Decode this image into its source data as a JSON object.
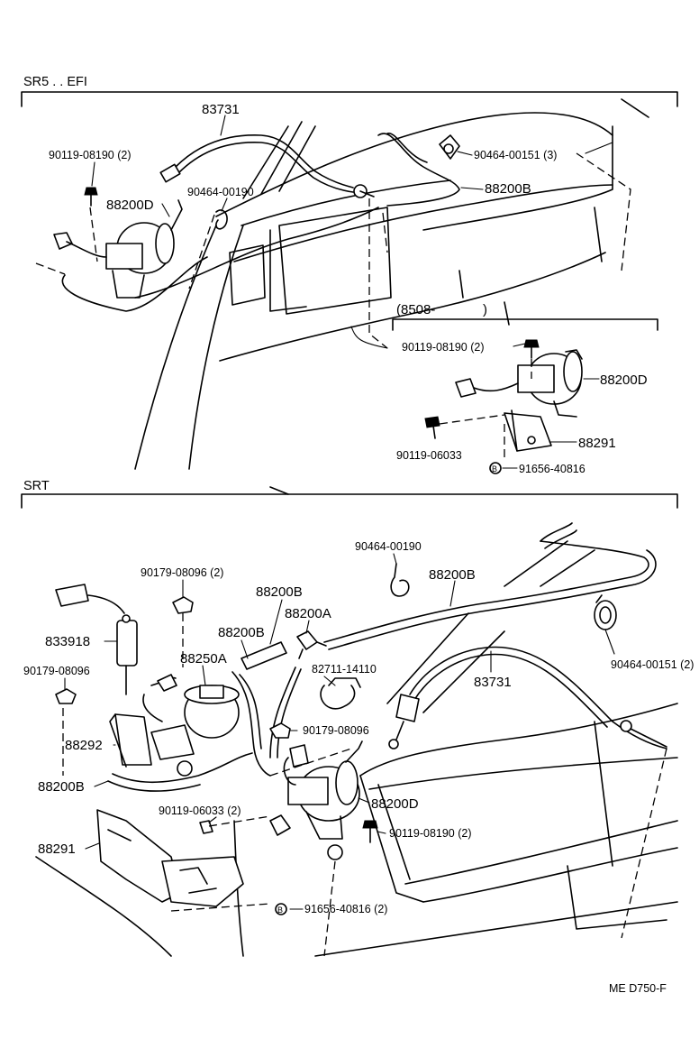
{
  "sections": {
    "top_title": "SR5 . . EFI",
    "bottom_title": "SRT",
    "inset_title": "(8508-",
    "inset_close": ")"
  },
  "top_labels": {
    "cable": "83731",
    "bolt": "90119-08190 (2)",
    "actuator": "88200D",
    "clip": "90464-00190",
    "clamp": "90464-00151 (3)",
    "hose": "88200B"
  },
  "inset_labels": {
    "bolt_upper": "90119-08190 (2)",
    "actuator": "88200D",
    "bolt_lower": "90119-06033",
    "bracket": "88291",
    "nut": "91656-40816",
    "nut_symbol": "B"
  },
  "bottom_labels": {
    "clip": "90464-00190",
    "hose_long": "88200B",
    "nut_upper": "90179-08096 (2)",
    "hose_a": "88200B",
    "hose_b": "88200A",
    "valve": "833918",
    "hose_c": "88200B",
    "vsv": "88250A",
    "nut_left": "90179-08096",
    "clip_2": "82711-14110",
    "cable": "83731",
    "clamp": "90464-00151 (2)",
    "nut_mid": "90179-08096",
    "bracket_small": "88292",
    "hose_d": "88200B",
    "actuator": "88200D",
    "bolt_mid": "90119-06033 (2)",
    "bolt_right": "90119-08190 (2)",
    "bracket": "88291",
    "nut_bottom": "91656-40816 (2)",
    "nut_symbol": "B"
  },
  "footer": {
    "code": "ME  D750-F"
  }
}
